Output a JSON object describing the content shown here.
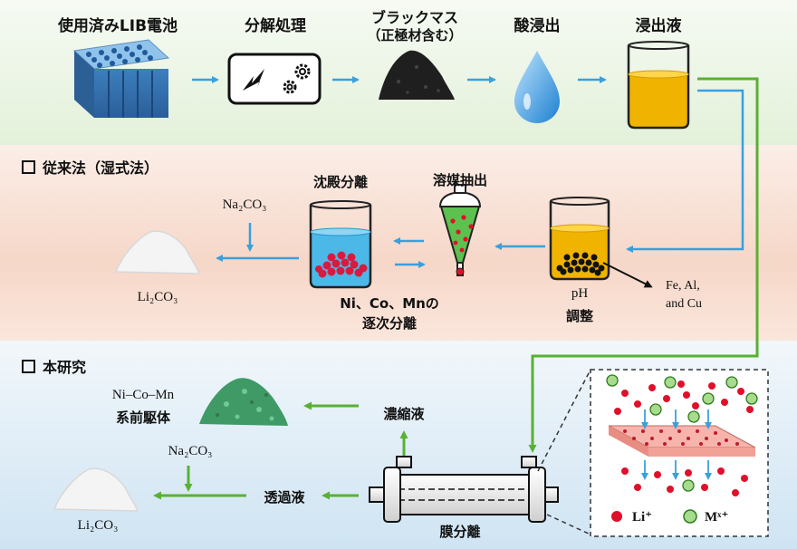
{
  "top_flow": {
    "battery": "使用済みLIB電池",
    "dismantle": "分解処理",
    "blackmass_line1": "ブラックマス",
    "blackmass_line2": "（正極材含む）",
    "acid_leach": "酸浸出",
    "leachate": "浸出液"
  },
  "conventional": {
    "heading": "従来法（湿式法）",
    "precipitation": "沈殿分離",
    "solvent_extraction": "溶媒抽出",
    "ph_line1": "pH",
    "ph_line2": "調整",
    "impurities_line1": "Fe, Al,",
    "impurities_line2": "and Cu",
    "sequential_line1": "Ni、Co、Mnの",
    "sequential_line2": "逐次分離",
    "reagent": "Na₂CO₃",
    "product": "Li₂CO₃"
  },
  "this_study": {
    "heading": "本研究",
    "concentrate": "濃縮液",
    "precursor_line1": "Ni–Co–Mn",
    "precursor_line2": "系前駆体",
    "reagent": "Na₂CO₃",
    "permeate": "透過液",
    "product": "Li₂CO₃",
    "membrane": "膜分離",
    "legend_li": "Li⁺",
    "legend_m": "Mˣ⁺"
  },
  "colors": {
    "blue_arrow": "#3aa0dc",
    "green_arrow": "#58b133",
    "red_ion": "#e0102a",
    "green_ion": "#a6dc8c",
    "leachate": "#f0b400",
    "precip_liquid": "#4cb8e8"
  }
}
